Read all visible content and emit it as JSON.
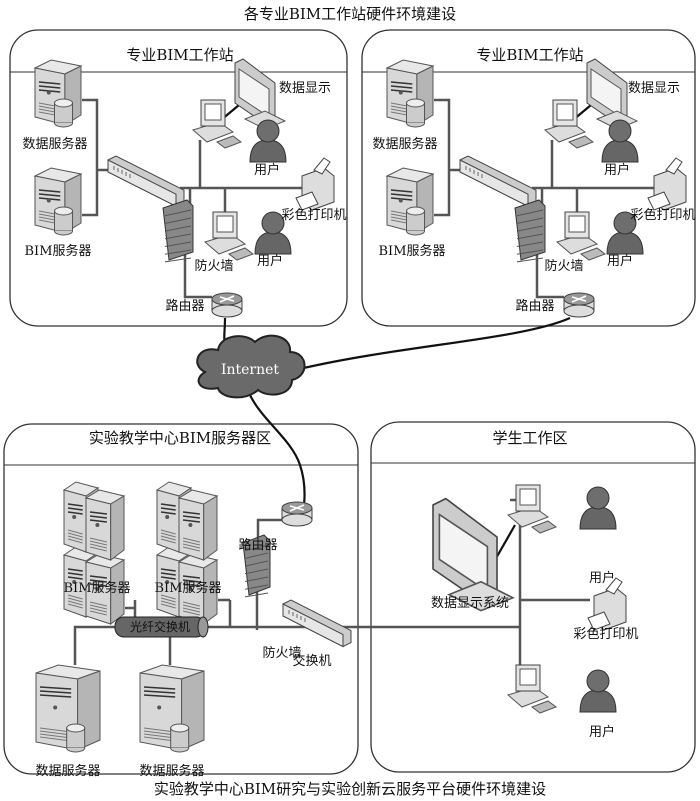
{
  "title_top": "各专业BIM工作站硬件环境建设",
  "caption_bottom": "实验教学中心BIM研究与实验创新云服务平台硬件环境建设",
  "internet_label": "Internet",
  "workstation_panels": [
    {
      "title": "专业BIM工作站",
      "data_server": "数据服务器",
      "bim_server": "BIM服务器",
      "data_display": "数据显示",
      "user_1": "用户",
      "printer": "彩色打印机",
      "user_2": "用户",
      "firewall": "防火墙",
      "router": "路由器"
    },
    {
      "title": "专业BIM工作站",
      "data_server": "数据服务器",
      "bim_server": "BIM服务器",
      "data_display": "数据显示",
      "user_1": "用户",
      "printer": "彩色打印机",
      "user_2": "用户",
      "firewall": "防火墙",
      "router": "路由器"
    }
  ],
  "server_zone": {
    "title": "实验教学中心BIM服务器区",
    "bim_server_1": "BIM服务器",
    "bim_server_2": "BIM服务器",
    "router": "路由器",
    "firewall": "防火墙",
    "fiber_switch": "光纤交换机",
    "switch": "交换机",
    "data_server_1": "数据服务器",
    "data_server_2": "数据服务器"
  },
  "student_zone": {
    "title": "学生工作区",
    "display_system": "数据显示系统",
    "user_1": "用户",
    "printer": "彩色打印机",
    "user_2": "用户"
  }
}
